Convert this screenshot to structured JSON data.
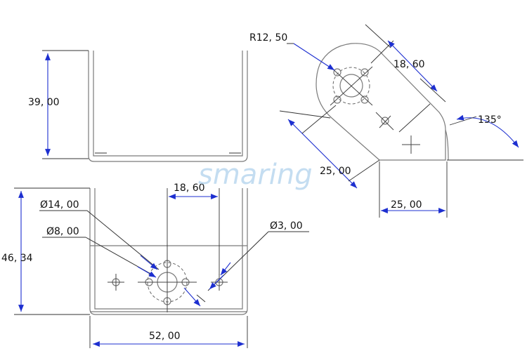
{
  "labels": {
    "left_height": "39, 00",
    "top_radius": "R12, 50",
    "side_slot_distance": "18, 60",
    "angle": "135°",
    "side_leg_length": "25, 00",
    "side_base_width": "25, 00",
    "bottom_hole_spacing": "18, 60",
    "dia_14": "Ø14, 00",
    "dia_8": "Ø8, 00",
    "dia_3": "Ø3, 00",
    "bottom_height": "46, 34",
    "bottom_width": "52, 00"
  },
  "watermark": "smaring",
  "colors": {
    "dimension_arrow": "#1d2fd0",
    "part_outline": "#7a7a7a",
    "watermark": "#9ec8e8"
  }
}
